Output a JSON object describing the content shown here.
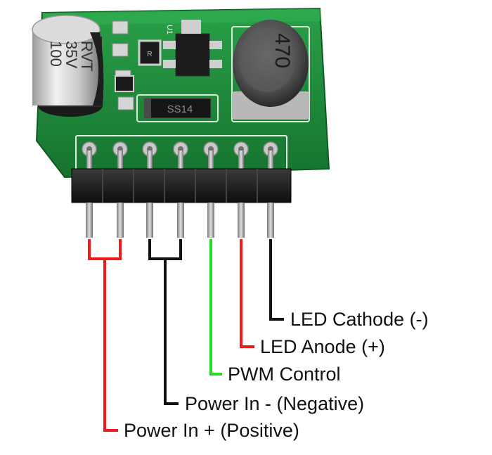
{
  "capacitor": {
    "lines": [
      "100",
      "35V",
      "RVT"
    ]
  },
  "inductor": {
    "marking": "470"
  },
  "diode": {
    "marking": "SS14"
  },
  "ic": {
    "marking": "U1"
  },
  "resistor": {
    "marking": "R"
  },
  "labels": {
    "led_cathode": "LED Cathode (-)",
    "led_anode": "LED Anode (+)",
    "pwm_control": "PWM Control",
    "power_in_negative": "Power In - (Negative)",
    "power_in_positive": "Power In + (Positive)"
  },
  "colors": {
    "pcb": "#1f8a3c",
    "pcb_dark": "#14692c",
    "positive_wire": "#ee1c1c",
    "negative_wire": "#111111",
    "pwm_wire": "#22dd22",
    "pin_metal": "#b8b8b8",
    "header_plastic": "#1a1a1a"
  }
}
